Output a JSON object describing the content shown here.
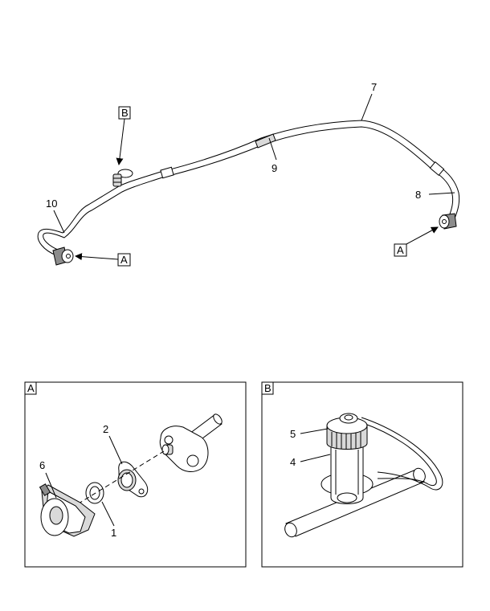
{
  "callouts": {
    "c1": "1",
    "c2": "2",
    "c4": "4",
    "c5": "5",
    "c6": "6",
    "c7": "7",
    "c8": "8",
    "c9": "9",
    "c10": "10"
  },
  "refs": {
    "a": "A",
    "b": "B"
  },
  "panels": {
    "a_title": "A",
    "b_title": "B"
  }
}
